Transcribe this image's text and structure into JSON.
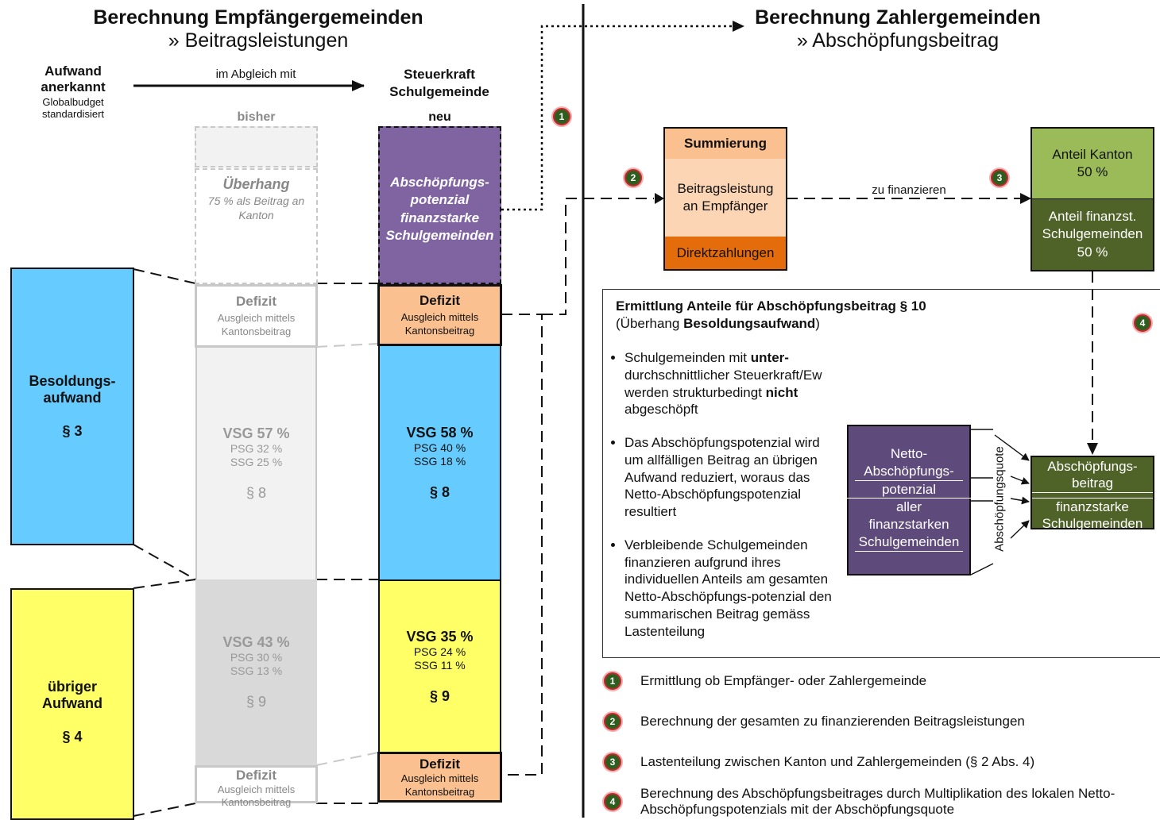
{
  "left_header": {
    "title": "Berechnung Empfängergemeinden",
    "subtitle": "» Beitragsleistungen"
  },
  "right_header": {
    "title": "Berechnung Zahlergemeinden",
    "subtitle": "» Abschöpfungsbeitrag"
  },
  "aufwand_label": {
    "line1": "Aufwand",
    "line2": "anerkannt",
    "line3": "Globalbudget",
    "line4": "standardisiert"
  },
  "abgleich_label": "im Abgleich mit",
  "steuerkraft_label": {
    "line1": "Steuerkraft",
    "line2": "Schulgemeinde"
  },
  "column_labels": {
    "old": "bisher",
    "new": "neu"
  },
  "left_blocks": {
    "besoldung": {
      "line1": "Besoldungs-",
      "line2": "aufwand",
      "para": "§ 3"
    },
    "uebriger": {
      "line1": "übriger",
      "line2": "Aufwand",
      "para": "§ 4"
    }
  },
  "old_column": {
    "ueberhang": {
      "title": "Überhang",
      "l1": "75 % als Beitrag an",
      "l2": "Kanton"
    },
    "defizit_top": {
      "title": "Defizit",
      "l1": "Ausgleich mittels",
      "l2": "Kantonsbeitrag"
    },
    "vsg_top": {
      "title": "VSG  57 %",
      "psg": "PSG 32 %",
      "ssg": "SSG 25 %",
      "para": "§ 8"
    },
    "vsg_bottom": {
      "title": "VSG 43 %",
      "psg": "PSG 30 %",
      "ssg": "SSG 13 %",
      "para": "§ 9"
    },
    "defizit_bottom": {
      "title": "Defizit",
      "l1": "Ausgleich mittels",
      "l2": "Kantonsbeitrag"
    }
  },
  "new_column": {
    "abschoepfung": {
      "l1": "Abschöpfungs-",
      "l2": "potenzial",
      "l3": "finanzstarke",
      "l4": "Schulgemeinden"
    },
    "defizit_top": {
      "title": "Defizit",
      "l1": "Ausgleich mittels",
      "l2": "Kantonsbeitrag"
    },
    "vsg_top": {
      "title": "VSG 58 %",
      "psg": "PSG 40 %",
      "ssg": "SSG 18 %",
      "para": "§ 8"
    },
    "vsg_bottom": {
      "title": "VSG 35 %",
      "psg": "PSG 24 %",
      "ssg": "SSG 11 %",
      "para": "§ 9"
    },
    "defizit_bottom": {
      "title": "Defizit",
      "l1": "Ausgleich mittels",
      "l2": "Kantonsbeitrag"
    }
  },
  "summierung": {
    "title": "Summierung",
    "l1": "Beitragsleistung",
    "l2": "an Empfänger",
    "direkt": "Direktzahlungen"
  },
  "zu_finanzieren": "zu finanzieren",
  "anteil_kanton": {
    "l1": "Anteil Kanton",
    "l2": "50 %"
  },
  "anteil_fin": {
    "l1": "Anteil finanzst.",
    "l2": "Schulgemeinden",
    "l3": "50 %"
  },
  "ermittlung": {
    "title": "Ermittlung Anteile für Abschöpfungsbeitrag § 10",
    "sub_pre": "(Überhang ",
    "sub_bold": "Besoldungsaufwand",
    "sub_post": ")",
    "b1_pre": "Schulgemeinden mit ",
    "b1_bold1": "unter-",
    "b1_mid": "durchschnittlicher Steuerkraft/Ew werden strukturbedingt ",
    "b1_bold2": "nicht",
    "b1_post": " abgeschöpft",
    "b2": "Das Abschöpfungspotenzial wird um allfälligen Beitrag an übrigen Aufwand reduziert, woraus das Netto-Abschöpfungspotenzial resultiert",
    "b3": "Verbleibende Schulgemeinden finanzieren aufgrund ihres individuellen Anteils am gesamten Netto-Abschöpfungs-potenzial den summarischen Beitrag gemäss Lastenteilung"
  },
  "netto": {
    "l1": "Netto-",
    "l2": "Abschöpfungs-",
    "l3": "potenzial",
    "l4": "aller",
    "l5": "finanzstarken",
    "l6": "Schulgemeinden"
  },
  "quote_label": "Abschöpfungsquote",
  "beitrag_box": {
    "l1": "Abschöpfungs-",
    "l2": "beitrag",
    "l3": "finanzstarke",
    "l4": "Schulgemeinden"
  },
  "markers": [
    "1",
    "2",
    "3",
    "4"
  ],
  "legend": [
    {
      "num": "1",
      "text": "Ermittlung ob Empfänger- oder Zahlergemeinde"
    },
    {
      "num": "2",
      "text": "Berechnung der gesamten zu finanzierenden Beitragsleistungen"
    },
    {
      "num": "3",
      "text": "Lastenteilung zwischen Kanton und Zahlergemeinden (§ 2 Abs. 4)"
    },
    {
      "num": "4",
      "text": "Berechnung des Abschöpfungsbeitrages durch Multiplikation des lokalen Netto-",
      "text2": "Abschöpfungspotenzials mit der Abschöpfungsquote"
    }
  ],
  "colors": {
    "blue": "#66ccff",
    "yellow": "#ffff66",
    "purple": "#8064a2",
    "peach": "#fac090",
    "peach_light": "#fcd5b5",
    "orange": "#e46c0a",
    "light_green": "#9bbb59",
    "dark_green": "#4f6228",
    "dark_purple": "#5f4b7b",
    "marker_red": "#c0282c"
  }
}
